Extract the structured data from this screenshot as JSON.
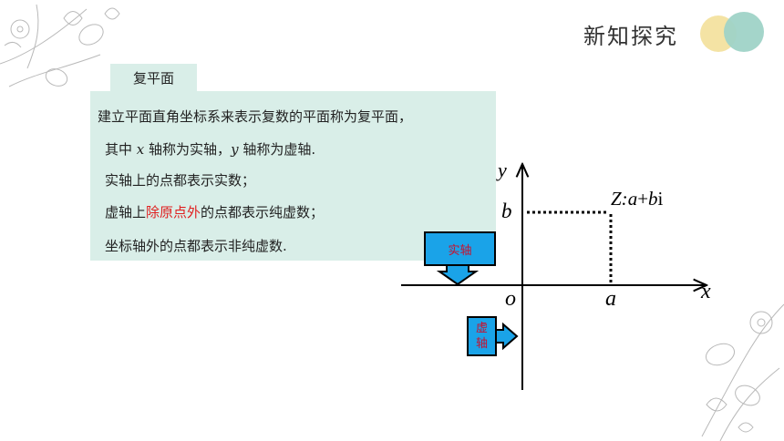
{
  "header": {
    "title": "新知探究"
  },
  "section": {
    "tab_label": "复平面"
  },
  "content": {
    "line1": "建立平面直角坐标系来表示复数的平面称为复平面，",
    "line2": {
      "before_x": "其中",
      "x": "x",
      "mid": "轴称为实轴，",
      "y": "y",
      "after_y": "轴称为虚轴."
    },
    "line3": "实轴上的点都表示实数；",
    "line4": {
      "before": "虚轴上",
      "highlight": "除原点外",
      "after": "的点都表示纯虚数；"
    },
    "line5": "坐标轴外的点都表示非纯虚数."
  },
  "diagram": {
    "y_label": "y",
    "x_label": "x",
    "origin_label": "o",
    "b_label": "b",
    "a_label": "a",
    "point": {
      "prefix": "Z:",
      "a": "a",
      "plus": "+",
      "b": "b",
      "i": "i"
    },
    "real_axis_callout": "实轴",
    "imag_axis_callout_1": "虚",
    "imag_axis_callout_2": "轴"
  },
  "colors": {
    "box_bg": "#d9eee8",
    "highlight_red": "#e02020",
    "callout_blue": "#1aa3e8",
    "dot_yellow": "#f4e3a4",
    "dot_teal": "#9fd3c7"
  }
}
